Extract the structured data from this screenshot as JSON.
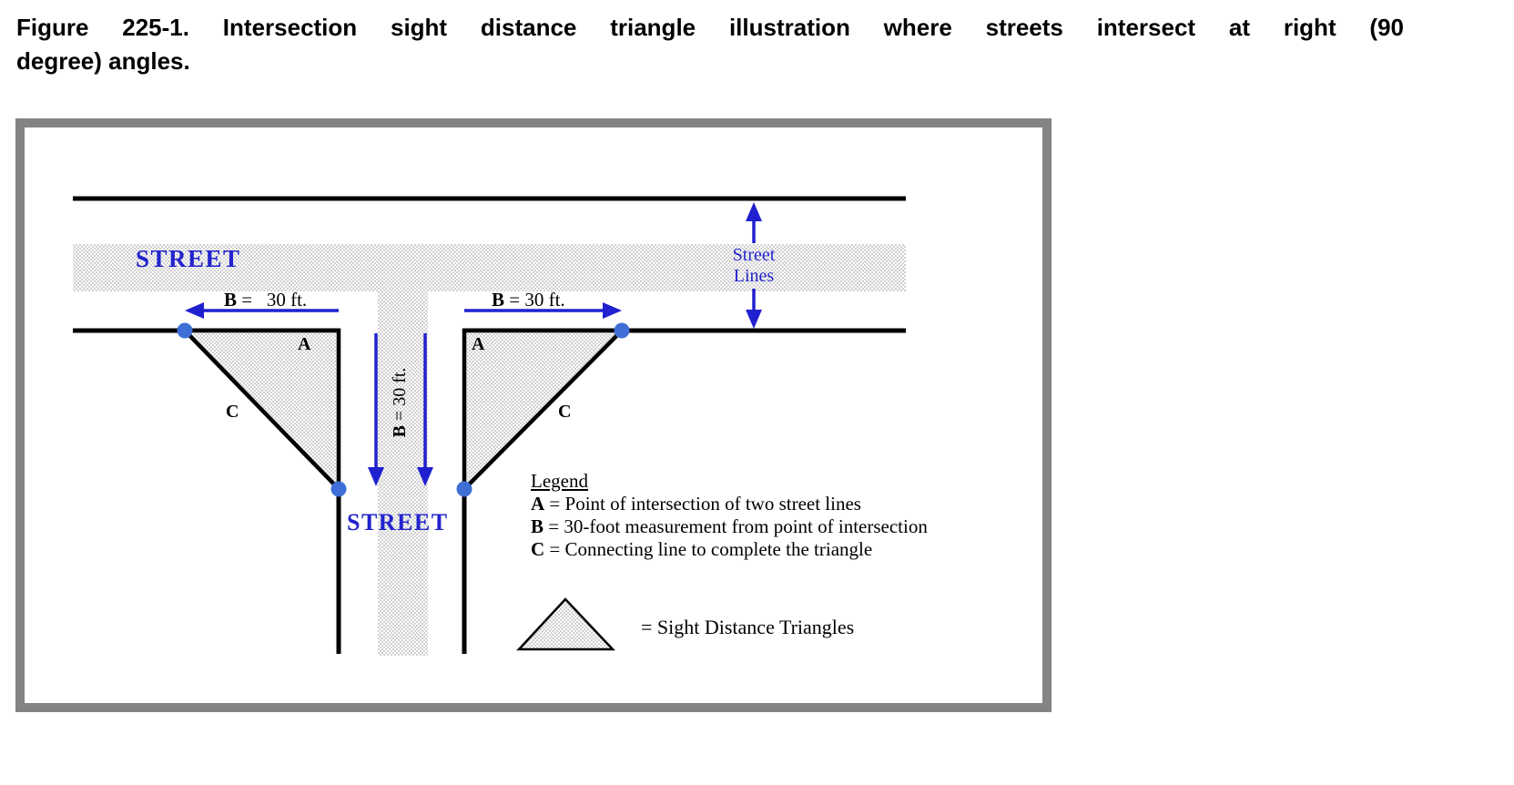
{
  "title": {
    "line1": "Figure 225-1.  Intersection sight distance triangle illustration where streets intersect at right (90",
    "line2": "degree) angles."
  },
  "diagram": {
    "street_horizontal_label": "STREET",
    "street_vertical_label": "STREET",
    "measure_left": {
      "key": "B",
      "rest": " =   30 ft."
    },
    "measure_right": {
      "key": "B",
      "rest": " = 30 ft."
    },
    "measure_vertical": {
      "key": "B",
      "rest": " = 30 ft."
    },
    "street_lines_label": {
      "line1": "Street",
      "line2": "Lines"
    },
    "triangle_labels": {
      "left_a": "A",
      "left_c": "C",
      "right_a": "A",
      "right_c": "C"
    },
    "legend": {
      "title": "Legend",
      "items": [
        {
          "key": "A",
          "rest": " = Point of intersection of two street lines"
        },
        {
          "key": "B",
          "rest": " = 30-foot measurement from point of intersection"
        },
        {
          "key": "C",
          "rest": " = Connecting line to complete the triangle"
        }
      ],
      "symbol_caption": "= Sight Distance Triangles"
    },
    "colors": {
      "arrow_blue": "#2020cf",
      "text_blue": "#2323cd",
      "dot_blue": "#3f6fd6",
      "line_black": "#000000",
      "frame_gray": "#838383",
      "stipple_gray": "#bdbdbd"
    }
  }
}
